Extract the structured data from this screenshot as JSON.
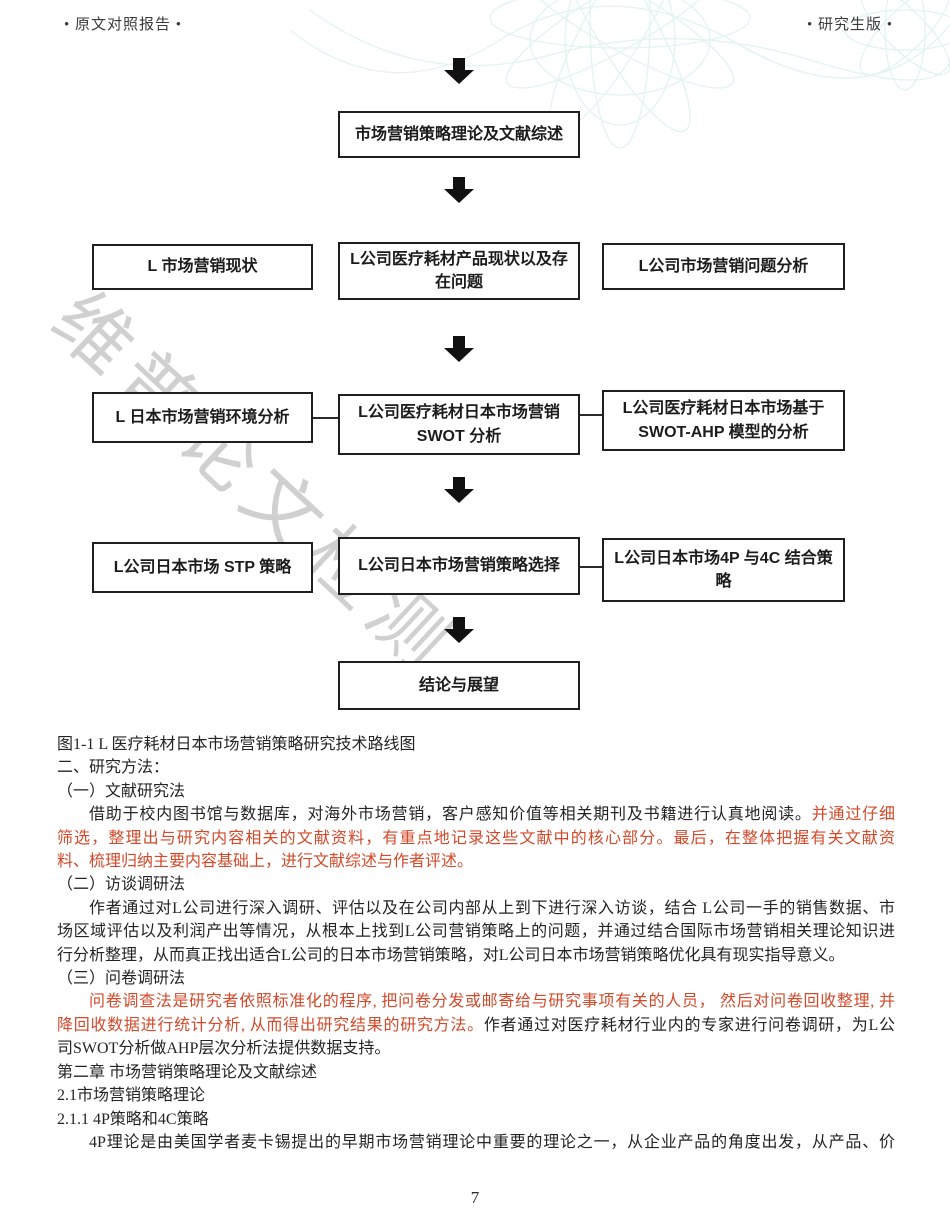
{
  "header": {
    "left": "• 原文对照报告 •",
    "right": "• 研究生版 •"
  },
  "flowchart": {
    "watermark": "维普论文检测",
    "boxes": {
      "theory": "市场营销策略理论及文献综述",
      "status": "L 市场营销现状",
      "product": "L公司医疗耗材产品现状以及存在问题",
      "problem": "L公司市场营销问题分析",
      "environment": "L 日本市场营销环境分析",
      "swot": "L公司医疗耗材日本市场营销SWOT 分析",
      "swot_ahp": "L公司医疗耗材日本市场基于SWOT-AHP 模型的分析",
      "stp": "L公司日本市场 STP 策略",
      "choice": "L公司日本市场营销策略选择",
      "mix": "L公司日本市场4P 与4C 结合策略",
      "conclusion": "结论与展望"
    }
  },
  "body": {
    "lines": [
      {
        "s": [
          {
            "t": "图1-1 L 医疗耗材日本市场营销策略研究技术路线图"
          }
        ]
      },
      {
        "s": [
          {
            "t": "二、研究方法："
          }
        ]
      },
      {
        "s": [
          {
            "t": "（一）文献研究法"
          }
        ]
      },
      {
        "ind": true,
        "j": true,
        "s": [
          {
            "t": "借助于校内图书馆与数据库，对海外市场营销，客户感知价值等相关期刊及书籍进行认真地阅读。"
          },
          {
            "t": "并通过仔细",
            "r": true
          }
        ]
      },
      {
        "j": true,
        "s": [
          {
            "t": "筛选，整理出与研究内容相关的文献资料，有重点地记录这些文献中的核心部分。最后，在整体把握有关文献资",
            "r": true
          }
        ]
      },
      {
        "s": [
          {
            "t": "料、梳理归纳主要内容基础上，进行文献综述与作者评述。",
            "r": true
          }
        ]
      },
      {
        "s": [
          {
            "t": "（二）访谈调研法"
          }
        ]
      },
      {
        "ind": true,
        "j": true,
        "s": [
          {
            "t": "作者通过对L公司进行深入调研、评估以及在公司内部从上到下进行深入访谈，结合 L公司一手的销售数据、市"
          }
        ]
      },
      {
        "j": true,
        "s": [
          {
            "t": "场区域评估以及利润产出等情况，从根本上找到L公司营销策略上的问题，并通过结合国际市场营销相关理论知识进"
          }
        ]
      },
      {
        "s": [
          {
            "t": "行分析整理，从而真正找出适合L公司的日本市场营销策略，对L公司日本市场营销策略优化具有现实指导意义。"
          }
        ]
      },
      {
        "s": [
          {
            "t": "（三）问卷调研法"
          }
        ]
      },
      {
        "ind": true,
        "j": true,
        "s": [
          {
            "t": "问卷调查法是研究者依照标准化的程序, 把问卷分发或邮寄给与研究事项有关的人员， 然后对问卷回收整理, 并",
            "r": true
          }
        ]
      },
      {
        "j": true,
        "s": [
          {
            "t": "降回收数据进行统计分析, 从而得出研究结果的研究方法。",
            "r": true
          },
          {
            "t": "作者通过对医疗耗材行业内的专家进行问卷调研，为L公"
          }
        ]
      },
      {
        "s": [
          {
            "t": "司SWOT分析做AHP层次分析法提供数据支持。"
          }
        ]
      },
      {
        "s": [
          {
            "t": "第二章 市场营销策略理论及文献综述"
          }
        ]
      },
      {
        "s": [
          {
            "t": "2.1市场营销策略理论"
          }
        ]
      },
      {
        "s": [
          {
            "t": "2.1.1 4P策略和4C策略"
          }
        ]
      },
      {
        "ind": true,
        "j": true,
        "s": [
          {
            "t": "4P理论是由美国学者麦卡锡提出的早期市场营销理论中重要的理论之一，从企业产品的角度出发，从产品、价"
          }
        ]
      }
    ]
  },
  "footer": {
    "page_number": "7"
  },
  "colors": {
    "red": "#d3492a",
    "text": "#242424",
    "watermark": "#ababab",
    "pattern": "#d9efef"
  }
}
